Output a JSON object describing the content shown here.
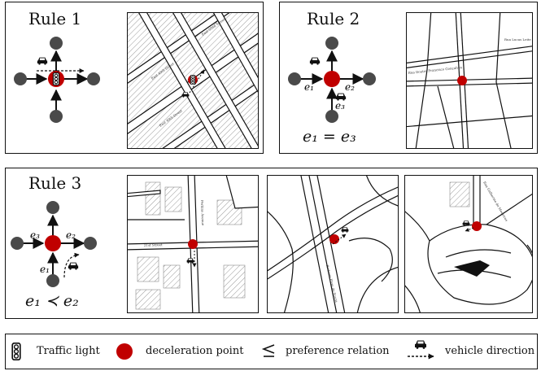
{
  "rules": [
    {
      "title": "Rule 1",
      "equation": ""
    },
    {
      "title": "Rule 2",
      "equation": "e₁ = e₃",
      "edges": [
        "e₁",
        "e₂",
        "e₃"
      ]
    },
    {
      "title": "Rule 3",
      "equation": "e₁ ≺ e₂",
      "edges": [
        "e₃",
        "e₂",
        "e₁"
      ]
    }
  ],
  "legend": {
    "traffic_light": "Traffic light",
    "deceleration_point": "deceleration point",
    "preference_relation": "preference relation",
    "vehicle_direction": "vehicle direction"
  },
  "colors": {
    "deceleration_point": "#c00000",
    "node": "#4a4a4a",
    "hatch": "#9a9a9a"
  },
  "icons": [
    "traffic-light-icon",
    "car-icon",
    "deceleration-point-icon",
    "preference-relation-icon",
    "vehicle-direction-icon"
  ]
}
